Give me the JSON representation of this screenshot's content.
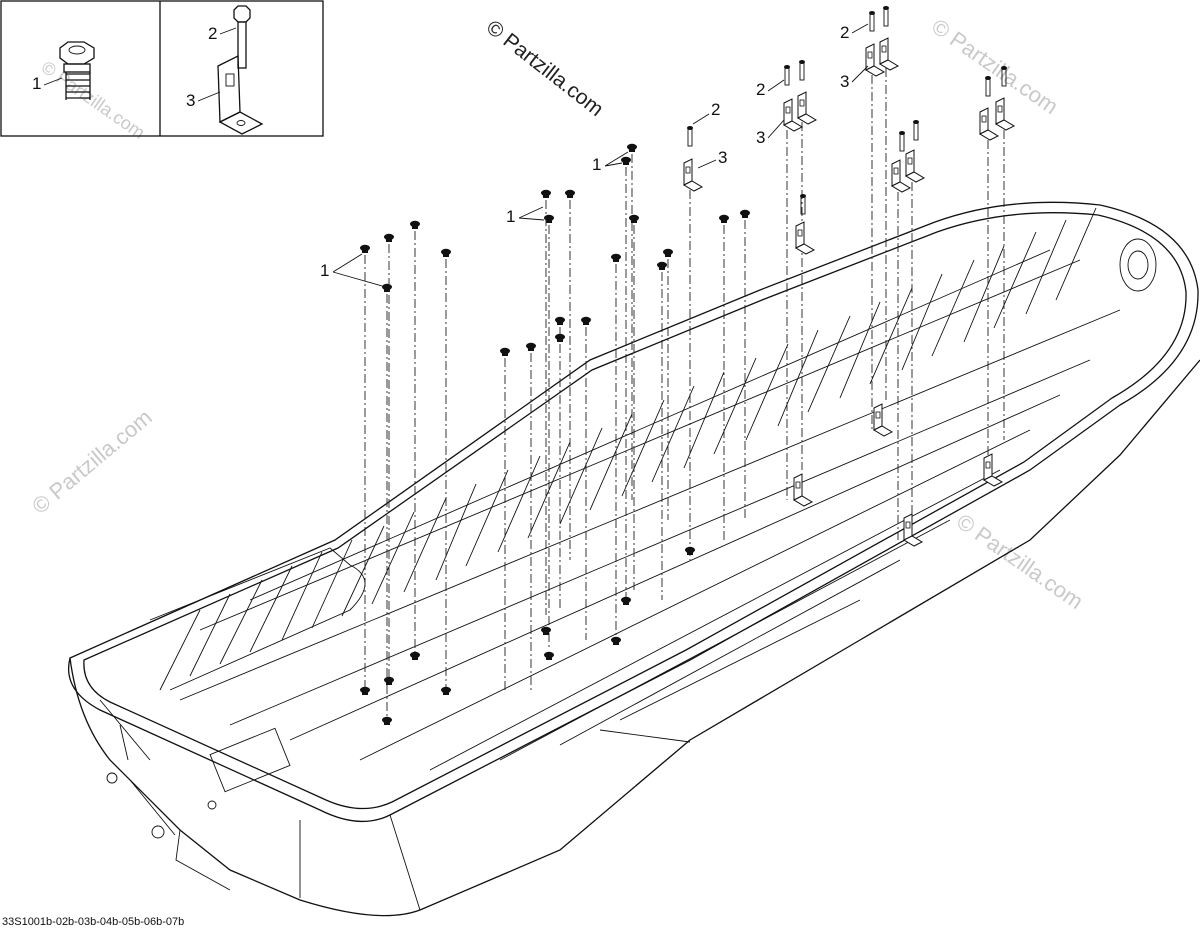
{
  "diagram": {
    "watermark_main": "© Partzilla.com",
    "watermark_faint": "© Partzilla.com",
    "reference_code": "33S1001b-02b-03b-04b-05b-06b-07b",
    "callouts": {
      "inset_screw": "1",
      "inset_bolt": "2",
      "inset_bracket": "3",
      "screw_group_a": "1",
      "screw_group_b": "1",
      "screw_group_c": "1",
      "bolt_a": "2",
      "bracket_a": "3",
      "bolt_b": "2",
      "bracket_b": "3",
      "bolt_c": "2",
      "bracket_c": "3"
    }
  }
}
